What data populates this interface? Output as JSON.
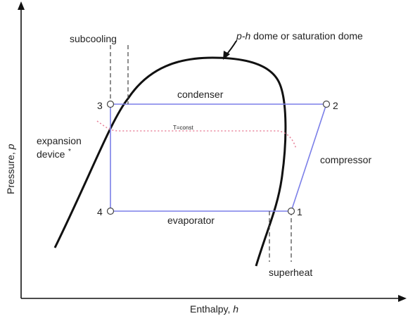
{
  "axes": {
    "x_label": "Enthalpy, ",
    "x_var": "h",
    "y_label": "Pressure, ",
    "y_var": "p"
  },
  "dome_label": {
    "italic": "p-h",
    "text": " dome or saturation dome"
  },
  "labels": {
    "subcooling": "subcooling",
    "condenser": "condenser",
    "expansion_line1": "expansion",
    "expansion_line2": "device",
    "expansion_mark": "*",
    "compressor": "compressor",
    "evaporator": "evaporator",
    "superheat": "superheat",
    "isotherm": "T=const"
  },
  "states": {
    "p1": "1",
    "p2": "2",
    "p3": "3",
    "p4": "4"
  },
  "colors": {
    "cycle": "#7b7fe8",
    "dome": "#111111",
    "isotherm": "#e8849c",
    "guides": "#444444",
    "axes": "#111111"
  }
}
